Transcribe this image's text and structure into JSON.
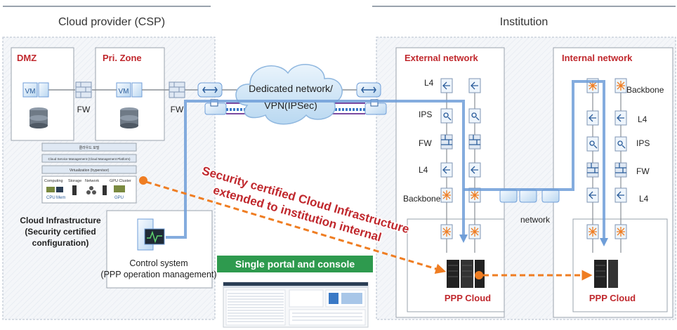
{
  "headers": {
    "csp": "Cloud provider (CSP)",
    "institution": "Institution"
  },
  "csp": {
    "dmz": "DMZ",
    "pri_zone": "Pri. Zone",
    "fw1": "FW",
    "fw2": "FW",
    "vm": "VM",
    "stack": {
      "top": "클라우드 포털",
      "mgmt": "Cloud Service Management (Cloud Management Platform)",
      "virt": "Virtualization (hypervisor)",
      "computing": "Computing",
      "storage": "Storage",
      "network": "Network",
      "gpu": "GPU Cluster",
      "cpu": "CPU",
      "mem": "Mem",
      "gpu_chip": "GPU"
    },
    "infra_label": [
      "Cloud Infrastructure",
      "(Security certified",
      "configuration)"
    ],
    "control_label": [
      "Control system",
      "(PPP operation management)"
    ]
  },
  "network": {
    "dedicated": [
      "Dedicated network/",
      "VPN(IPSec)"
    ],
    "mid_network": "network"
  },
  "institution": {
    "external": "External network",
    "internal": "Internal network",
    "external_labels": [
      "L4",
      "IPS",
      "FW",
      "L4",
      "Backbone"
    ],
    "internal_labels": [
      "Backbone",
      "L4",
      "IPS",
      "FW",
      "L4"
    ],
    "ppp1": "PPP Cloud",
    "ppp2": "PPP Cloud"
  },
  "callout": [
    "Security certified Cloud Infrastructure",
    "extended to institution internal"
  ],
  "portal": {
    "banner": "Single portal and console"
  },
  "colors": {
    "blue_link": "#6f9ed8",
    "orange_flow": "#ef7d22",
    "red_text": "#c0282d",
    "green_banner": "#2e9a4e",
    "ppp_label": "#c0282d"
  }
}
